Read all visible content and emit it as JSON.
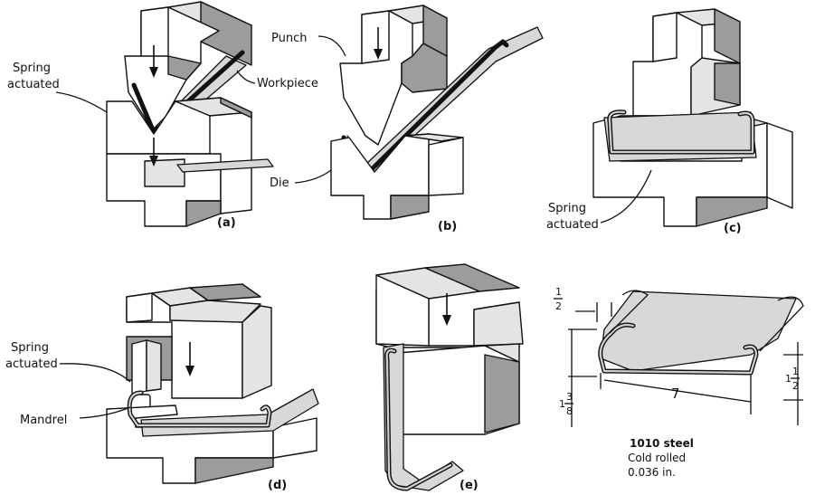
{
  "panels": {
    "a": {
      "caption": "(a)",
      "label_spring": [
        "Spring",
        "actuated"
      ],
      "label_workpiece": "Workpiece"
    },
    "b": {
      "caption": "(b)",
      "label_punch": "Punch",
      "label_die": "Die"
    },
    "c": {
      "caption": "(c)",
      "label_spring": [
        "Spring",
        "actuated"
      ]
    },
    "d": {
      "caption": "(d)",
      "label_spring": [
        "Spring",
        "actuated"
      ],
      "label_mandrel": "Mandrel"
    },
    "e": {
      "caption": "(e)"
    },
    "f": {
      "dim_top_num": "1",
      "dim_top_den": "2",
      "dim_left_whole": "1",
      "dim_left_num": "3",
      "dim_left_den": "8",
      "dim_width": "7",
      "dim_right_whole": "1",
      "dim_right_num": "1",
      "dim_right_den": "2",
      "material": [
        "1010 steel",
        "Cold rolled",
        "0.036 in."
      ]
    }
  },
  "colors": {
    "ink": "#111111",
    "light_gray": "#e4e4e4",
    "dark_gray": "#9c9c9c",
    "sheet_gray": "#d8d8d8"
  }
}
